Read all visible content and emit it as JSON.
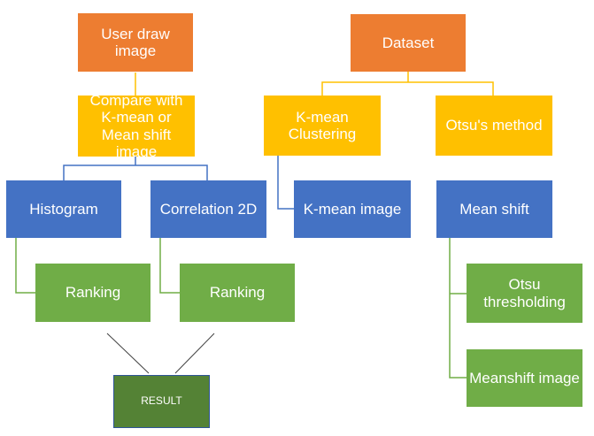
{
  "nodes": {
    "user_draw": "User draw image",
    "dataset": "Dataset",
    "compare": "Compare with K-mean or Mean shift image",
    "kmean_clustering": "K-mean Clustering",
    "otsu_method": "Otsu's method",
    "histogram": "Histogram",
    "correlation": "Correlation 2D",
    "kmean_image": "K-mean image",
    "mean_shift": "Mean shift",
    "ranking_left": "Ranking",
    "ranking_right": "Ranking",
    "otsu_thresholding": "Otsu thresholding",
    "meanshift_image": "Meanshift image",
    "result": "RESULT"
  },
  "colors": {
    "orange": "#ED7D31",
    "yellow": "#FFC000",
    "blue": "#4472C4",
    "green": "#70AD47",
    "dark_green": "#548235",
    "connector_orange": "#FFC000",
    "connector_yellow": "#4472C4",
    "connector_blue": "#70AD47",
    "result_arrow": "#404040"
  }
}
